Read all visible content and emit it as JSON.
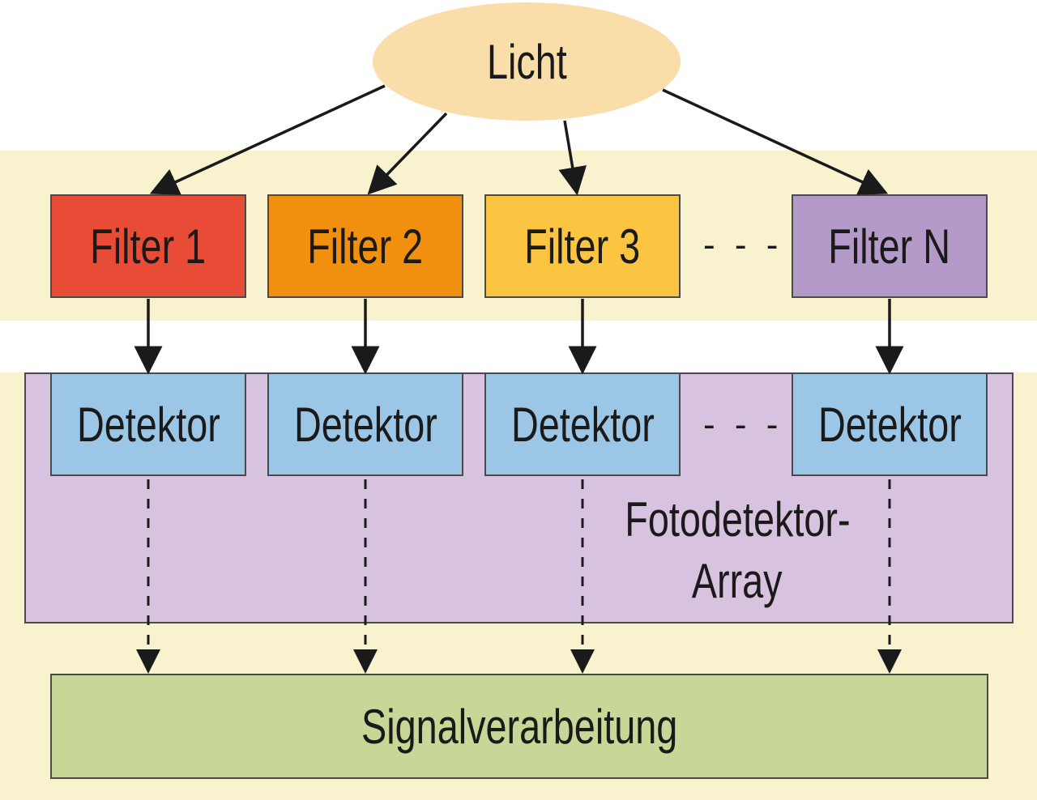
{
  "source": {
    "label": "Licht",
    "color": "#f9deaa"
  },
  "filters": [
    {
      "label": "Filter 1",
      "color": "#e84c36"
    },
    {
      "label": "Filter 2",
      "color": "#f0900e"
    },
    {
      "label": "Filter 3",
      "color": "#fbc542"
    },
    {
      "label": "Filter N",
      "color": "#b39ac8"
    }
  ],
  "detectors": [
    {
      "label": "Detektor"
    },
    {
      "label": "Detektor"
    },
    {
      "label": "Detektor"
    },
    {
      "label": "Detektor"
    }
  ],
  "ellipsis": "- - -",
  "array": {
    "label_line1": "Fotodetektor-",
    "label_line2": "Array",
    "color": "#d7c2df"
  },
  "signal": {
    "label": "Signalverarbeitung",
    "color": "#c6d797"
  },
  "colors": {
    "band": "#f8f2cf",
    "detector": "#9cc6e6",
    "line": "#1a1a1a"
  }
}
